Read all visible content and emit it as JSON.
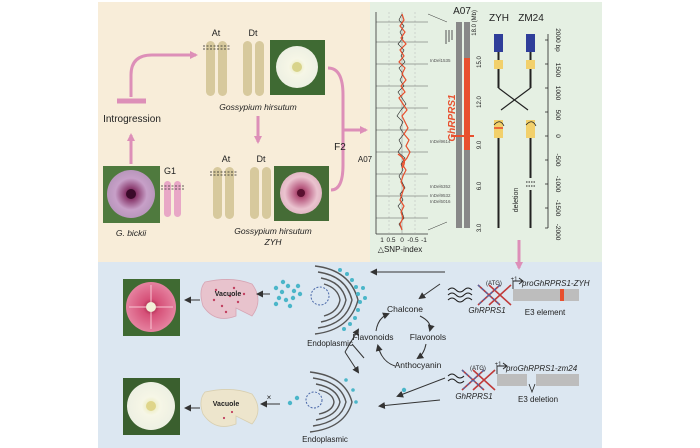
{
  "top_left": {
    "introgression": "Introgression",
    "g1": "G1",
    "at_top": "At",
    "dt_top": "Dt",
    "at_mid": "At",
    "dt_mid": "Dt",
    "species_hirsutum": "Gossypium hirsutum",
    "species_bickii": "G. bickii",
    "species_zyh_1": "Gossypium hirsutum",
    "species_zyh_2": "ZYH",
    "f2": "F2"
  },
  "snp_panel": {
    "chrom_label": "A07",
    "xaxis_title": "△SNP-index",
    "xticks": [
      "1",
      "0.5",
      "0",
      "-0.5",
      "-1"
    ]
  },
  "map_panel": {
    "chrom": "A07",
    "mb_top": "18.0 (Mb)",
    "mb_ticks": [
      "15.0",
      "12.0",
      "9.0",
      "6.0",
      "3.0"
    ],
    "gene": "GhRPRS1",
    "markers": [
      "InDel1535",
      "InDel9614",
      "InDel6352",
      "InDel9532",
      "InDel5016"
    ],
    "col_zyh": "ZYH",
    "col_zm24": "ZM24",
    "bp_ticks": [
      "2000 bp",
      "1500",
      "1000",
      "500",
      "0",
      "-500",
      "-1000",
      "-1500",
      "-2000"
    ],
    "deletion_label": "deletion"
  },
  "bottom": {
    "endoplasmic_top": "Endoplasmic",
    "endoplasmic_bottom": "Endoplasmic",
    "vacuole_top": "Vacuole",
    "vacuole_bottom": "Vacuole",
    "chalcone": "Chalcone",
    "flavonols": "Flavonols",
    "flavonoids": "Flavonoids",
    "anthocyanin": "Anthocyanin",
    "atg_top": "(ATG)",
    "plus1_top": "+1",
    "gene_top": "GhRPRS1",
    "promoter_top": "proGhRPRS1-ZYH",
    "element_top": "E3 element",
    "atg_bottom": "(ATG)",
    "plus1_bottom": "+1",
    "gene_bottom": "GhRPRS1",
    "promoter_bottom": "proGhRPRS1-zm24",
    "element_bottom": "E3 deletion",
    "blocked": "×"
  },
  "colors": {
    "arrow_pink": "#dd8fb8",
    "panel_cream": "#f8edd9",
    "panel_green": "#e5f0e3",
    "panel_blue": "#dce7f1",
    "chromosome": "#d7c99d",
    "gene_red": "#e8502e"
  }
}
